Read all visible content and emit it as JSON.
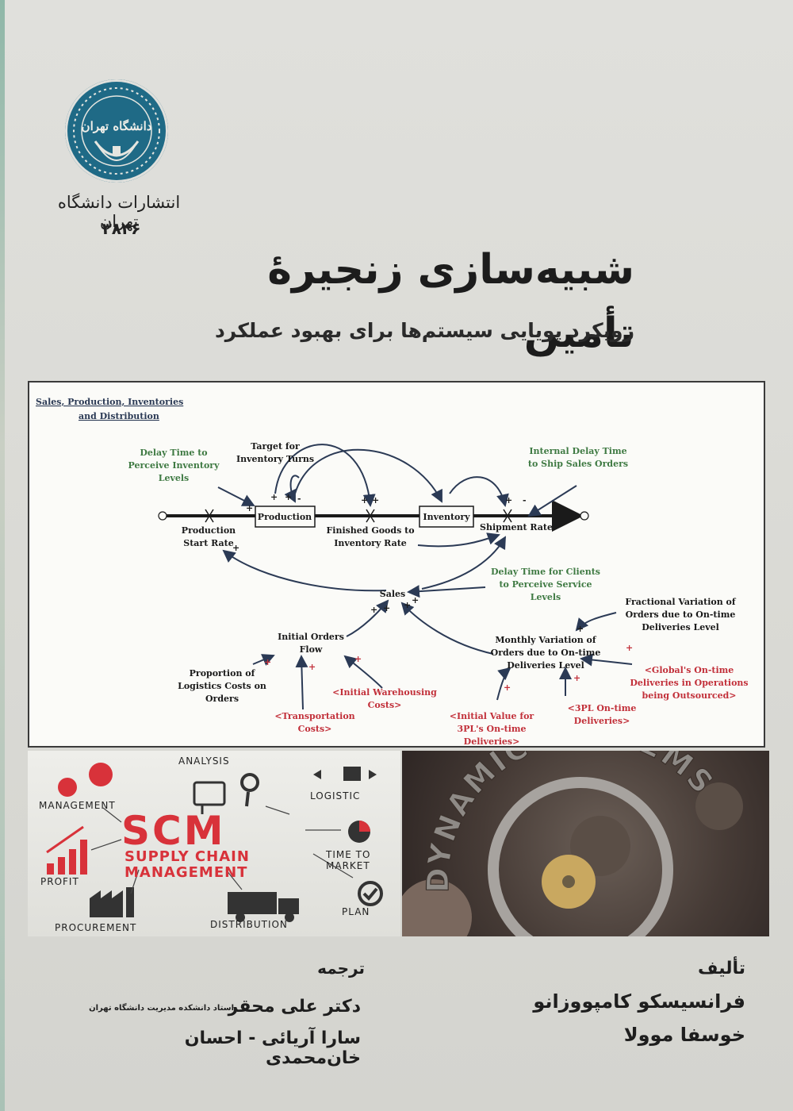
{
  "cover": {
    "publisher": "انتشارات دانشگاه تهران",
    "publication_number": "۳۸۴۶",
    "seal_text": "دانشگاه تهران",
    "title": "شبیه‌سازی زنجیرهٔ تأمین",
    "subtitle": "رویکرد پویایی سیستم‌ها برای بهبود عملکرد"
  },
  "diagram": {
    "heading_line1": "Sales, Production, Inventories",
    "heading_line2": "and Distribution",
    "labels": {
      "delay_perceive_inventory": [
        "Delay Time to",
        "Perceive Inventory",
        "Levels"
      ],
      "target_inventory_turns": [
        "Target for",
        "Inventory Turns"
      ],
      "internal_delay_ship": [
        "Internal Delay Time",
        "to Ship Sales Orders"
      ],
      "production": "Production",
      "inventory": "Inventory",
      "production_start_rate": [
        "Production",
        "Start Rate"
      ],
      "finished_goods_rate": [
        "Finished Goods to",
        "Inventory Rate"
      ],
      "shipment_rate": "Shipment Rate",
      "delay_clients_service": [
        "Delay Time for Clients",
        "to Perceive Service",
        "Levels"
      ],
      "sales": "Sales",
      "fractional_variation": [
        "Fractional Variation of",
        "Orders due to On-time",
        "Deliveries Level"
      ],
      "initial_orders_flow": [
        "Initial Orders",
        "Flow"
      ],
      "monthly_variation": [
        "Monthly Variation of",
        "Orders due to On-time",
        "Deliveries Level"
      ],
      "proportion_logistics": [
        "Proportion of",
        "Logistics Costs on",
        "Orders"
      ],
      "initial_warehousing": [
        "<Initial Warehousing",
        "Costs>"
      ],
      "global_ontime": [
        "<Global's On-time",
        "Deliveries in Operations",
        "being Outsourced>"
      ],
      "transportation_costs": [
        "<Transportation",
        "Costs>"
      ],
      "initial_value_3pl": [
        "<Initial Value for",
        "3PL's On-time",
        "Deliveries>"
      ],
      "ontime_3pl": [
        "<3PL On-time",
        "Deliveries>"
      ]
    },
    "colors": {
      "green": "#3f7a43",
      "red": "#c2303a",
      "black": "#1a1a1a",
      "navy": "#2b3a55"
    }
  },
  "scm_panel": {
    "analysis": "ANALYSIS",
    "management": "MANAGEMENT",
    "logistic": "LOGISTIC",
    "scm": "SCM",
    "supply_chain_management": "SUPPLY CHAIN MANAGEMENT",
    "time_to_market": "TIME TO MARKET",
    "profit": "PROFIT",
    "plan": "PLAN",
    "procurement": "PROCUREMENT",
    "distribution": "DISTRIBUTION"
  },
  "dynamic_panel": {
    "text": "DYNAMIC SYSTEMS"
  },
  "credits": {
    "author_heading": "تألیف",
    "author_1": "فرانسیسکو کامپووزانو",
    "author_2": "خوسفا موولا",
    "translator_heading": "ترجمه",
    "translator_1": "دکتر علی محقر",
    "translator_1_title": "استاد دانشکده مدیریت دانشگاه تهران",
    "translator_2": "سارا آریائی - احسان خان‌محمدی"
  }
}
